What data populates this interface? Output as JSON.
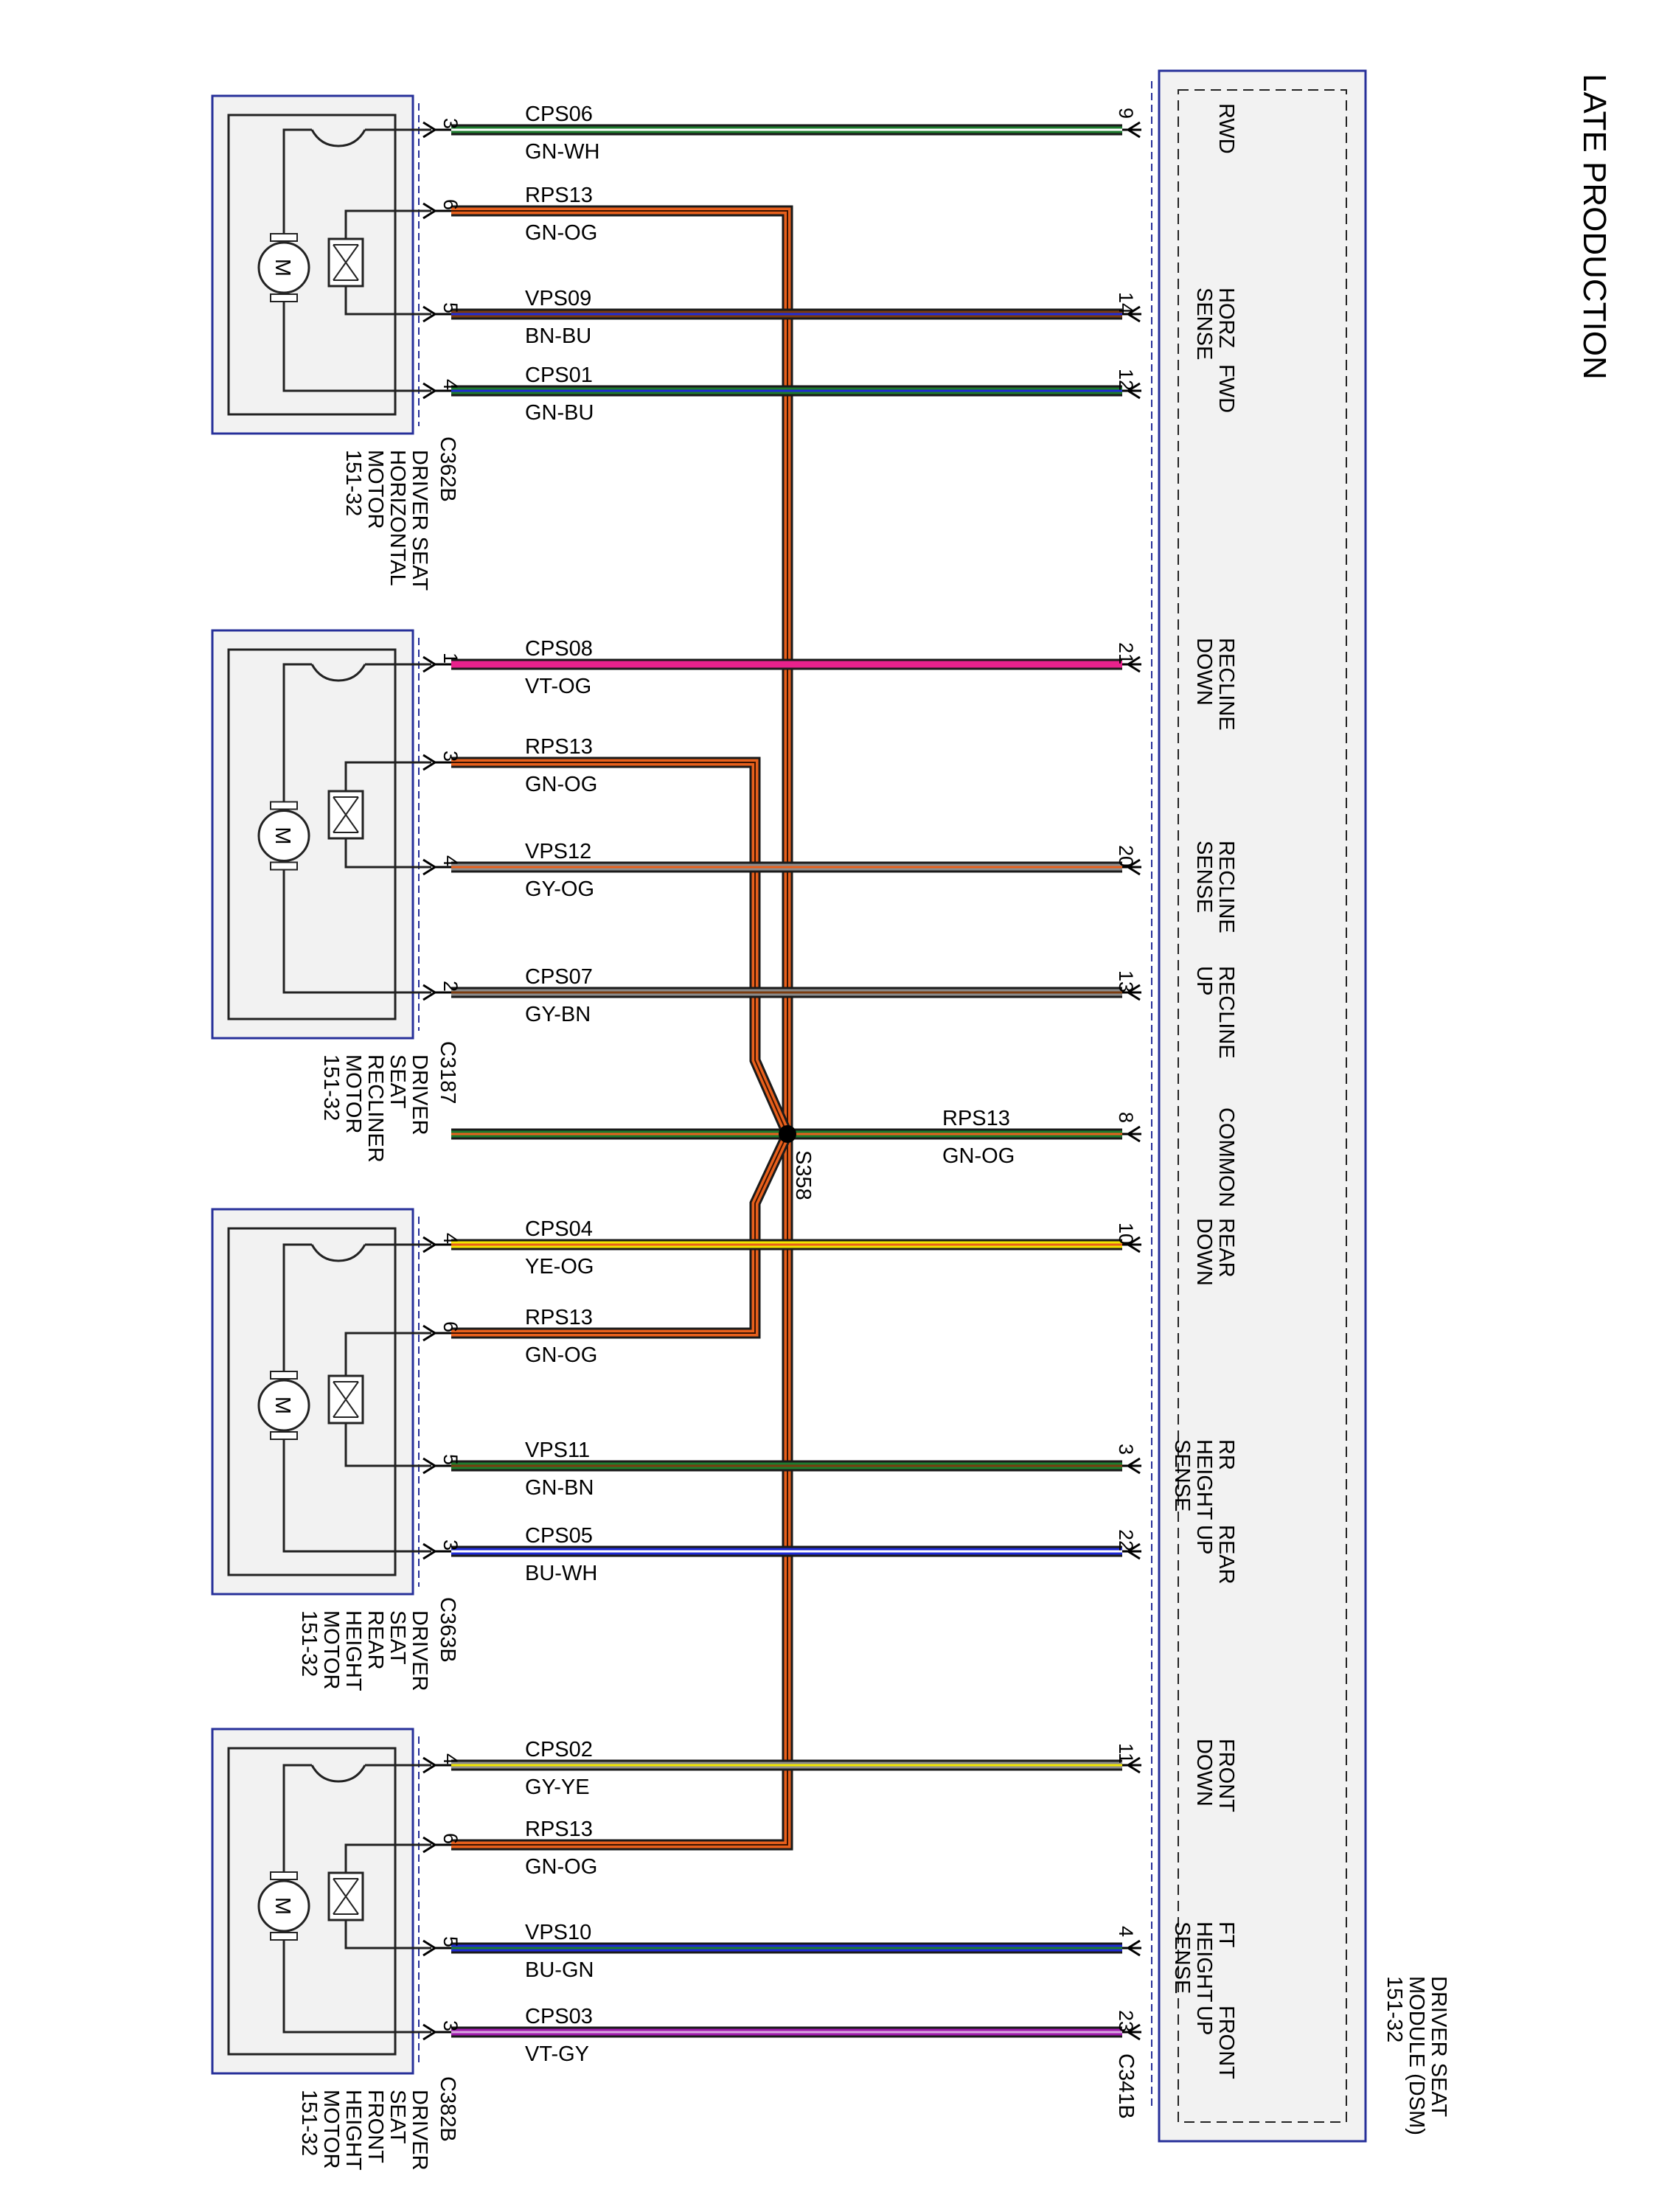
{
  "title": "LATE PRODUCTION",
  "module": {
    "name_lines": [
      "DRIVER SEAT",
      "MODULE (DSM)",
      "151-32"
    ],
    "connector": "C341B"
  },
  "splice": "S358",
  "motors": [
    {
      "name_lines": [
        "DRIVER SEAT",
        "HORIZONTAL",
        "MOTOR",
        "151-32"
      ],
      "connector": "C362B",
      "motor_symbol": "M",
      "wires": [
        {
          "motor_pin": "3",
          "circuit": "CPS06",
          "color_code": "GN-WH",
          "dsm_pin": "9",
          "dsm_label_lines": [
            "RWD"
          ]
        },
        {
          "motor_pin": "6",
          "circuit": "RPS13",
          "color_code": "GN-OG",
          "dsm_pin": "",
          "dsm_label_lines": []
        },
        {
          "motor_pin": "5",
          "circuit": "VPS09",
          "color_code": "BN-BU",
          "dsm_pin": "14",
          "dsm_label_lines": [
            "HORZ",
            "SENSE"
          ]
        },
        {
          "motor_pin": "4",
          "circuit": "CPS01",
          "color_code": "GN-BU",
          "dsm_pin": "12",
          "dsm_label_lines": [
            "FWD"
          ]
        }
      ]
    },
    {
      "name_lines": [
        "DRIVER",
        "SEAT",
        "RECLINER",
        "MOTOR",
        "151-32"
      ],
      "connector": "C3187",
      "motor_symbol": "M",
      "wires": [
        {
          "motor_pin": "1",
          "circuit": "CPS08",
          "color_code": "VT-OG",
          "dsm_pin": "21",
          "dsm_label_lines": [
            "RECLINE",
            "DOWN"
          ]
        },
        {
          "motor_pin": "3",
          "circuit": "RPS13",
          "color_code": "GN-OG",
          "dsm_pin": "",
          "dsm_label_lines": []
        },
        {
          "motor_pin": "4",
          "circuit": "VPS12",
          "color_code": "GY-OG",
          "dsm_pin": "20",
          "dsm_label_lines": [
            "RECLINE",
            "SENSE"
          ]
        },
        {
          "motor_pin": "2",
          "circuit": "CPS07",
          "color_code": "GY-BN",
          "dsm_pin": "13",
          "dsm_label_lines": [
            "RECLINE",
            "UP"
          ]
        }
      ]
    },
    {
      "name_lines": [
        "DRIVER",
        "SEAT",
        "REAR",
        "HEIGHT",
        "MOTOR",
        "151-32"
      ],
      "connector": "C363B",
      "motor_symbol": "M",
      "wires": [
        {
          "motor_pin": "4",
          "circuit": "CPS04",
          "color_code": "YE-OG",
          "dsm_pin": "10",
          "dsm_label_lines": [
            "REAR",
            "DOWN"
          ]
        },
        {
          "motor_pin": "6",
          "circuit": "RPS13",
          "color_code": "GN-OG",
          "dsm_pin": "",
          "dsm_label_lines": []
        },
        {
          "motor_pin": "5",
          "circuit": "VPS11",
          "color_code": "GN-BN",
          "dsm_pin": "3",
          "dsm_label_lines": [
            "RR",
            "HEIGHT",
            "SENSE"
          ]
        },
        {
          "motor_pin": "3",
          "circuit": "CPS05",
          "color_code": "BU-WH",
          "dsm_pin": "22",
          "dsm_label_lines": [
            "REAR",
            "UP"
          ]
        }
      ]
    },
    {
      "name_lines": [
        "DRIVER",
        "SEAT",
        "FRONT",
        "HEIGHT",
        "MOTOR",
        "151-32"
      ],
      "connector": "C382B",
      "motor_symbol": "M",
      "wires": [
        {
          "motor_pin": "4",
          "circuit": "CPS02",
          "color_code": "GY-YE",
          "dsm_pin": "11",
          "dsm_label_lines": [
            "FRONT",
            "DOWN"
          ]
        },
        {
          "motor_pin": "6",
          "circuit": "RPS13",
          "color_code": "GN-OG",
          "dsm_pin": "",
          "dsm_label_lines": []
        },
        {
          "motor_pin": "5",
          "circuit": "VPS10",
          "color_code": "BU-GN",
          "dsm_pin": "4",
          "dsm_label_lines": [
            "FT",
            "HEIGHT",
            "SENSE"
          ]
        },
        {
          "motor_pin": "3",
          "circuit": "CPS03",
          "color_code": "VT-GY",
          "dsm_pin": "23",
          "dsm_label_lines": [
            "FRONT",
            "UP"
          ]
        }
      ]
    }
  ],
  "common": {
    "circuit": "RPS13",
    "color_code": "GN-OG",
    "dsm_pin": "8",
    "dsm_label_lines": [
      "COMMON"
    ]
  },
  "colors": {
    "GN": "#1e7b2e",
    "WH": "#ffffff",
    "OG": "#e8601c",
    "BN": "#7a3b10",
    "BU": "#1f2ad6",
    "VT": "#a21caf",
    "GY": "#8c8c8c",
    "YE": "#f2e600",
    "pink": "#e8228c",
    "outline": "#1a1a1a",
    "box_border": "#27309a",
    "module_fill": "#f2f2f2"
  }
}
